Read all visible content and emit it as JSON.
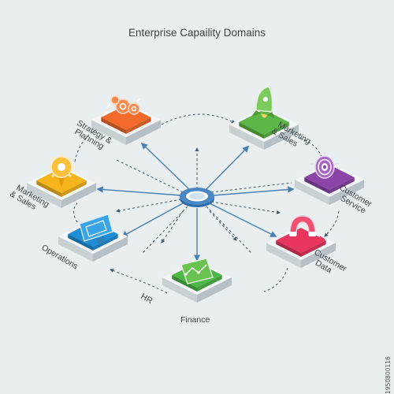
{
  "title": "Enterprise Capaility Domains",
  "nodes": [
    {
      "key": "strategy",
      "label_lines": [
        "Strategy &",
        "Planning"
      ],
      "color": "#f26b2a",
      "icon": "gears-icon"
    },
    {
      "key": "marketing_top",
      "label_lines": [
        "Marketing",
        "& Sales"
      ],
      "color": "#5cb747",
      "icon": "rocket-icon"
    },
    {
      "key": "customer_service",
      "label_lines": [
        "Customer",
        "Service"
      ],
      "color": "#8b45a8",
      "icon": "target-icon"
    },
    {
      "key": "customer_data",
      "label_lines": [
        "Customer",
        "Data"
      ],
      "color": "#e8365f",
      "icon": "magnet-icon"
    },
    {
      "key": "finance",
      "label_lines": [
        "Finance"
      ],
      "color": "#4fb748",
      "icon": "chart-board-icon"
    },
    {
      "key": "hr",
      "label_lines": [
        "HR"
      ],
      "color": "#4fb748",
      "icon": ""
    },
    {
      "key": "operations",
      "label_lines": [
        "Operations"
      ],
      "color": "#1e8fd6",
      "icon": "monitor-icon"
    },
    {
      "key": "marketing_left",
      "label_lines": [
        "Marketing",
        "& Sales"
      ],
      "color": "#f6b51c",
      "icon": "gear-pin-icon"
    }
  ],
  "watermark": "1950800116",
  "colors": {
    "hub": "#4b86c5",
    "arrow": "#4a7fb2",
    "dash": "#455a66",
    "side": "#b7c0c5",
    "top": "#f3f5f6"
  }
}
